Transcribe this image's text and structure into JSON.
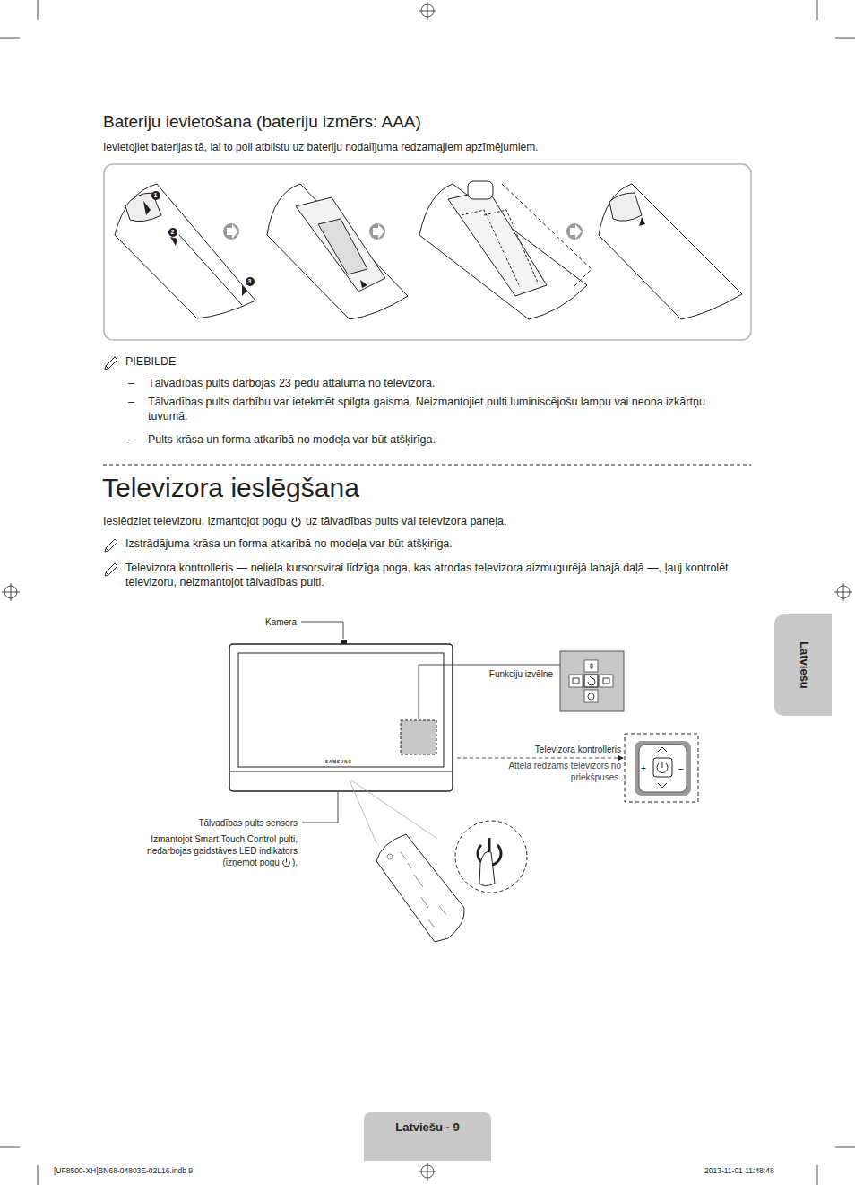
{
  "diagram": {
    "title": "Televizora ieslēgšana",
    "nodes": [
      {
        "text": [
          "Latviešu"
        ]
      },
      {
        "text": [
          "Latviešu - 9"
        ]
      }
    ],
    "labels": [
      "Bateriju ievietošana (bateriju izmērs: AAA)",
      "Ievietojiet baterijas tā, lai to poli atbilstu uz bateriju nodalījuma redzamajiem apzīmējumiem.",
      "1",
      "2",
      "3",
      "PIEBILDE",
      "–",
      "Tālvadības pults darbojas 23 pēdu attālumā no televizora.",
      "–",
      "Tālvadības pults darbību var ietekmēt spilgta gaisma. Neizmantojiet pulti luminiscējošu lampu vai neona izkārtņu tuvumā.",
      "–",
      "Pults krāsa un forma atkarībā no modeļa var būt atšķirīga.",
      "Ieslēdziet televizoru, izmantojot pogu",
      "uz tālvadības pults vai televizora paneļa.",
      "Izstrādājuma krāsa un forma atkarībā no modeļa var būt atšķirīga.",
      "Televizora kontrolleris — neliela kursorsvirai līdzīga poga, kas atrodas televizora aizmugurējā labajā daļā —, ļauj kontrolēt televizoru, neizmantojot tālvadības pulti.",
      "Kamera",
      "SAMSUNG",
      "Funkciju izvēlne",
      "Televizora kontrolleris",
      "Attēlā redzams televizors no priekšpuses.",
      "+",
      "–",
      "Tālvadības pults sensors",
      "Izmantojot Smart Touch Control pulti, nedarbojas gaidstāves LED indikators",
      "(izņemot pogu",
      ").",
      "[UF8500-XH]BN68-04803E-02L16.indb   9",
      "2013-11-01   11:48:48"
    ]
  }
}
